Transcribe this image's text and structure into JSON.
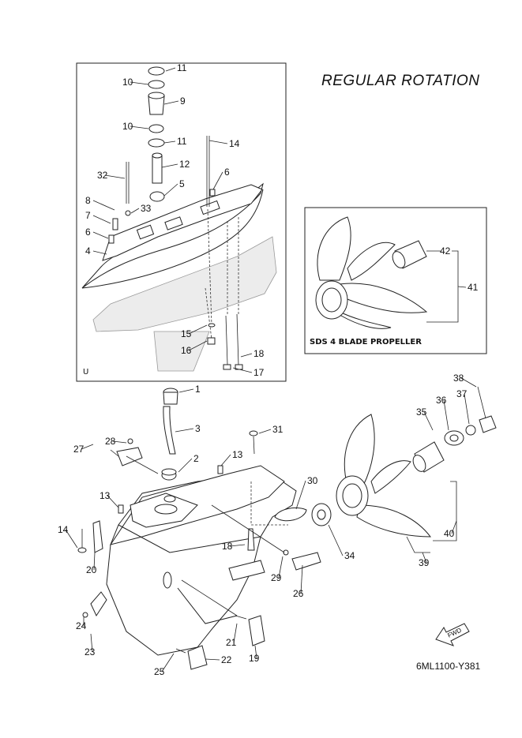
{
  "heading": "REGULAR ROTATION",
  "inset_label": "SDS 4 BLADE PROPELLER",
  "box_mark": "U",
  "diagram_code": "6ML1100-Y381",
  "fwd_label": "FWD",
  "upper_callouts": [
    "11",
    "10",
    "9",
    "10",
    "11",
    "14",
    "12",
    "32",
    "6",
    "5",
    "8",
    "33",
    "7",
    "6",
    "4",
    "15",
    "16",
    "18",
    "17"
  ],
  "inset_callouts": [
    "42",
    "41"
  ],
  "lower_callouts": [
    "1",
    "3",
    "31",
    "28",
    "27",
    "2",
    "13",
    "13",
    "14",
    "20",
    "18",
    "29",
    "30",
    "34",
    "26",
    "24",
    "23",
    "21",
    "19",
    "25",
    "22",
    "35",
    "36",
    "37",
    "38",
    "40",
    "39"
  ]
}
